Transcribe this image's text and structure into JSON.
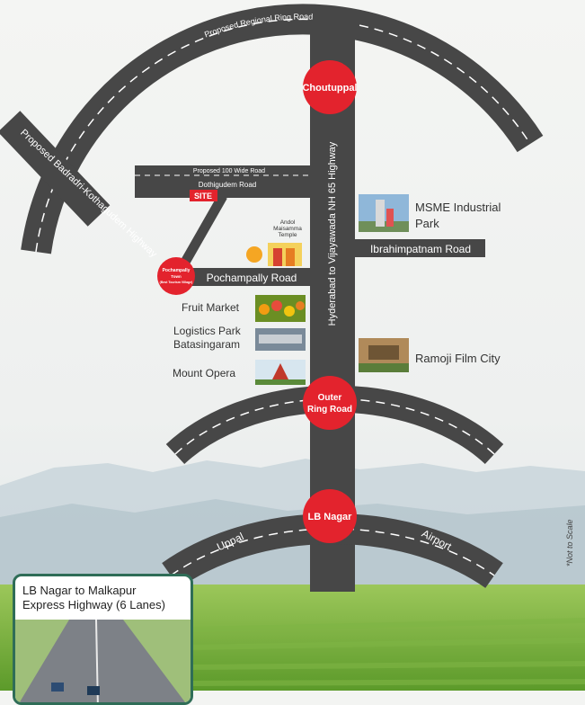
{
  "map": {
    "roads": {
      "regional_ring": "Proposed Regional Ring Road",
      "badradri": "Proposed Badradri-Kothagudem Highway",
      "wide_road": "Proposed 100 Wide Road",
      "dothigudem": "Dothigudem Road",
      "pochampally": "Pochampally Road",
      "ibrahimpatnam": "Ibrahimpatnam Road",
      "nh65": "Hyderabad to Vijayawada NH 65 Highway",
      "uppal": "Uppal",
      "airport": "Airport"
    },
    "nodes": {
      "choutuppal": "Choutuppal",
      "outer_ring_line1": "Outer",
      "outer_ring_line2": "Ring Road",
      "lb_nagar": "LB Nagar",
      "pochampally_line1": "Pochampally",
      "pochampally_line2": "Town",
      "pochampally_line3": "(Best Tourism Village)"
    },
    "site_label": "SITE",
    "landmarks": {
      "msme_line1": "MSME Industrial",
      "msme_line2": "Park",
      "andol_line1": "Andol",
      "andol_line2": "Maisamma",
      "andol_line3": "Temple",
      "fruit_market": "Fruit Market",
      "logistics_line1": "Logistics Park",
      "logistics_line2": "Batasingaram",
      "mount_opera": "Mount Opera",
      "ramoji": "Ramoji Film City"
    },
    "not_to_scale": "*Not to Scale",
    "express": {
      "line1": "LB Nagar to Malkapur",
      "line2": "Express Highway (6 Lanes)"
    },
    "colors": {
      "road": "#474747",
      "marker": "#e3232d",
      "express_border": "#2f6d57"
    }
  }
}
